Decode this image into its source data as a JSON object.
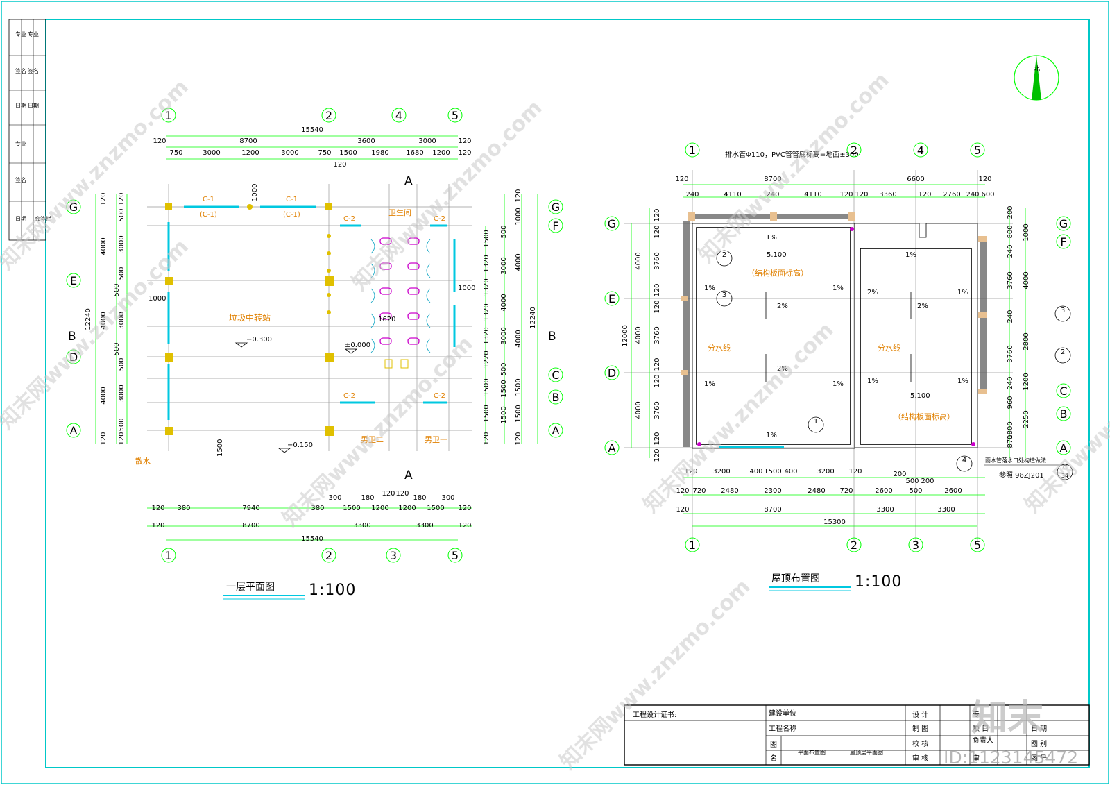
{
  "plan1": {
    "title": "一层平面图",
    "scale": "1:100",
    "axis_top": [
      "1",
      "2",
      "4",
      "5"
    ],
    "axis_bottom": [
      "1",
      "2",
      "3",
      "5"
    ],
    "axis_left": [
      "G",
      "E",
      "D",
      "A"
    ],
    "axis_right": [
      "G",
      "F",
      "C",
      "B",
      "A"
    ],
    "section": [
      "A",
      "A",
      "B",
      "B"
    ],
    "top_total": "15540",
    "top_row1": [
      "120",
      "8700",
      "3600",
      "3000",
      "120"
    ],
    "top_row2": [
      "750",
      "3000",
      "1200",
      "3000",
      "750",
      "1500",
      "1980",
      "1680",
      "1200",
      "120"
    ],
    "top_extra": "120",
    "bottom_row1": [
      "120",
      "380",
      "7940",
      "380",
      "1500",
      "1200",
      "1200",
      "1500",
      "120"
    ],
    "bottom_small": [
      "300",
      "180",
      "120",
      "120",
      "180",
      "300"
    ],
    "bottom_row2": [
      "120",
      "8700",
      "3300",
      "3300",
      "120"
    ],
    "bottom_total": "15540",
    "left_outer": [
      "120",
      "4000",
      "4000",
      "4000",
      "120"
    ],
    "left_total": "12240",
    "left_inner": [
      "120",
      "500",
      "3000",
      "500",
      "500",
      "3000",
      "500",
      "500",
      "3000",
      "500",
      "120"
    ],
    "right_inner": [
      "1500",
      "1320",
      "1320",
      "1320",
      "1320",
      "1220",
      "1500",
      "1500",
      "120"
    ],
    "right_mid": [
      "500",
      "3000",
      "4000",
      "3000",
      "500",
      "1500",
      "1500"
    ],
    "right_outer": [
      "120",
      "1000",
      "4000",
      "4000",
      "1500",
      "1500",
      "120"
    ],
    "right_total": "12240",
    "labels": {
      "windows": [
        "C-1",
        "(C-1)",
        "C-1",
        "(C-1)",
        "C-2",
        "C-2",
        "C-2",
        "C-2"
      ],
      "dim_1000_top": "1000",
      "dim_1000_left": "1000",
      "dim_1000_right": "1000",
      "dim_1500": "1500",
      "dim_1620": "1620",
      "room": "垃圾中转站",
      "lv1": "−0.300",
      "lv2": "±0.000",
      "lv3": "−0.150",
      "ramp": "散水",
      "toilet_top": "卫生间",
      "toilet_b1": "男卫二",
      "toilet_b2": "男卫一"
    }
  },
  "plan2": {
    "title": "屋顶布置图",
    "scale": "1:100",
    "note": "排水管Φ110，PVC管管底标高=地面±300",
    "axis_top": [
      "1",
      "2",
      "4",
      "5"
    ],
    "axis_bottom": [
      "1",
      "2",
      "3",
      "5"
    ],
    "axis_left": [
      "G",
      "E",
      "D",
      "A"
    ],
    "axis_right": [
      "G",
      "F",
      "C",
      "B",
      "A"
    ],
    "top_row1": [
      "120",
      "8700",
      "6600",
      "120"
    ],
    "top_row2": [
      "240",
      "4110",
      "240",
      "4110",
      "120",
      "120",
      "3360",
      "120",
      "2760",
      "240",
      "600"
    ],
    "bottom_row0": [
      "120",
      "3200",
      "400",
      "1500",
      "400",
      "3200",
      "120",
      "200",
      "500",
      "200"
    ],
    "bottom_row1": [
      "120",
      "720",
      "2480",
      "2300",
      "2480",
      "720",
      "2600",
      "500",
      "2600"
    ],
    "bottom_row2": [
      "120",
      "8700",
      "3300",
      "3300"
    ],
    "bottom_total": "15300",
    "left_outer": [
      "4000",
      "4000",
      "4000"
    ],
    "left_total": "12000",
    "left_inner": [
      "120",
      "120",
      "3760",
      "120",
      "120",
      "3760",
      "120",
      "120",
      "3760",
      "120",
      "120"
    ],
    "right_inner": [
      "200",
      "800",
      "240",
      "3760",
      "240",
      "3760",
      "240",
      "960",
      "1800",
      "870"
    ],
    "right_mid": [
      "1000",
      "4000",
      "2800",
      "1200",
      "2250"
    ],
    "slopes": [
      "1%",
      "1%",
      "1%",
      "2%",
      "2%",
      "1%",
      "1%",
      "1%",
      "1%",
      "2%",
      "2%",
      "1%",
      "1%",
      "1%"
    ],
    "ridge": [
      "分水线",
      "分水线"
    ],
    "level": [
      "5.100",
      "5.100"
    ],
    "level_note": [
      "（结构板面标高）",
      "（结构板面标高）"
    ],
    "callouts": [
      "2",
      "3",
      "1",
      "3",
      "2",
      "4"
    ],
    "detail_ref": "参照 98ZJ201",
    "detail_note": "雨水管落水口处构造做法",
    "detail_sym": [
      "C",
      "34"
    ],
    "north": "北"
  },
  "title_block": {
    "cert": "工程设计证书:",
    "client_label": "建设单位",
    "project_label": "工程名称",
    "drawing_label": [
      "图",
      "名"
    ],
    "drawing_names": [
      "平面布置图",
      "屋顶层平面图"
    ],
    "roles": [
      "设 计",
      "制 图",
      "校 核",
      "审 核"
    ],
    "roles2": [
      "专",
      "项 目",
      "负责人",
      "审"
    ],
    "roles3": [
      "日 期",
      "图 别",
      "图 号"
    ]
  },
  "sidebar": [
    "专业",
    "签名",
    "日期",
    "专业",
    "签名",
    "日期",
    "专业",
    "签名",
    "日期",
    "会签栏"
  ],
  "watermark": {
    "brand": "知末网www.znzmo.com",
    "logo": "知末",
    "id": "ID:1123145472"
  },
  "colors": {
    "frame": "#00c8c8",
    "dim": "#00ff00",
    "column": "#ffd700",
    "window": "#00c8e0",
    "label": "#e08000",
    "fixture": "#cc00cc"
  }
}
